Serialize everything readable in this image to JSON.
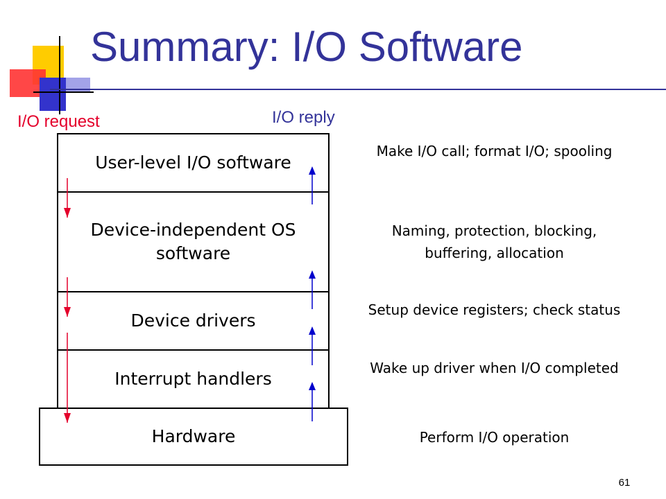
{
  "slide": {
    "title": "Summary: I/O Software",
    "request_label": "I/O request",
    "reply_label": "I/O reply",
    "page_number": "61"
  },
  "layers": [
    {
      "name": "User-level I/O software",
      "description": "Make I/O call; format I/O; spooling"
    },
    {
      "name": "Device-independent OS software",
      "description": "Naming, protection, blocking, buffering, allocation"
    },
    {
      "name": "Device drivers",
      "description": "Setup device registers; check status"
    },
    {
      "name": "Interrupt handlers",
      "description": "Wake up driver when I/O completed"
    },
    {
      "name": "Hardware",
      "description": "Perform I/O operation"
    }
  ],
  "colors": {
    "title": "#333399",
    "request_arrow": "#e4002b",
    "reply_arrow": "#0000cc",
    "logo_yellow": "#ffcc00",
    "logo_red": "#ff3333",
    "logo_blue": "#3333cc"
  },
  "icons": {
    "logo": "decorative-squares-logo"
  }
}
